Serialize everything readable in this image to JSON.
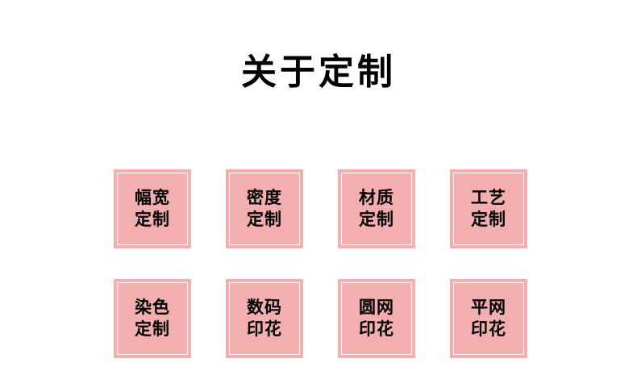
{
  "page": {
    "title": "关于定制",
    "background_color": "#ffffff",
    "accent_color": "#f3aeb0",
    "border_color": "#ffffff",
    "text_color": "#000000"
  },
  "grid": {
    "rows": [
      {
        "cells": [
          {
            "line1": "幅宽",
            "line2": "定制"
          },
          {
            "line1": "密度",
            "line2": "定制"
          },
          {
            "line1": "材质",
            "line2": "定制"
          },
          {
            "line1": "工艺",
            "line2": "定制"
          }
        ]
      },
      {
        "cells": [
          {
            "line1": "染色",
            "line2": "定制"
          },
          {
            "line1": "数码",
            "line2": "印花"
          },
          {
            "line1": "圆网",
            "line2": "印花"
          },
          {
            "line1": "平网",
            "line2": "印花"
          }
        ]
      }
    ]
  }
}
